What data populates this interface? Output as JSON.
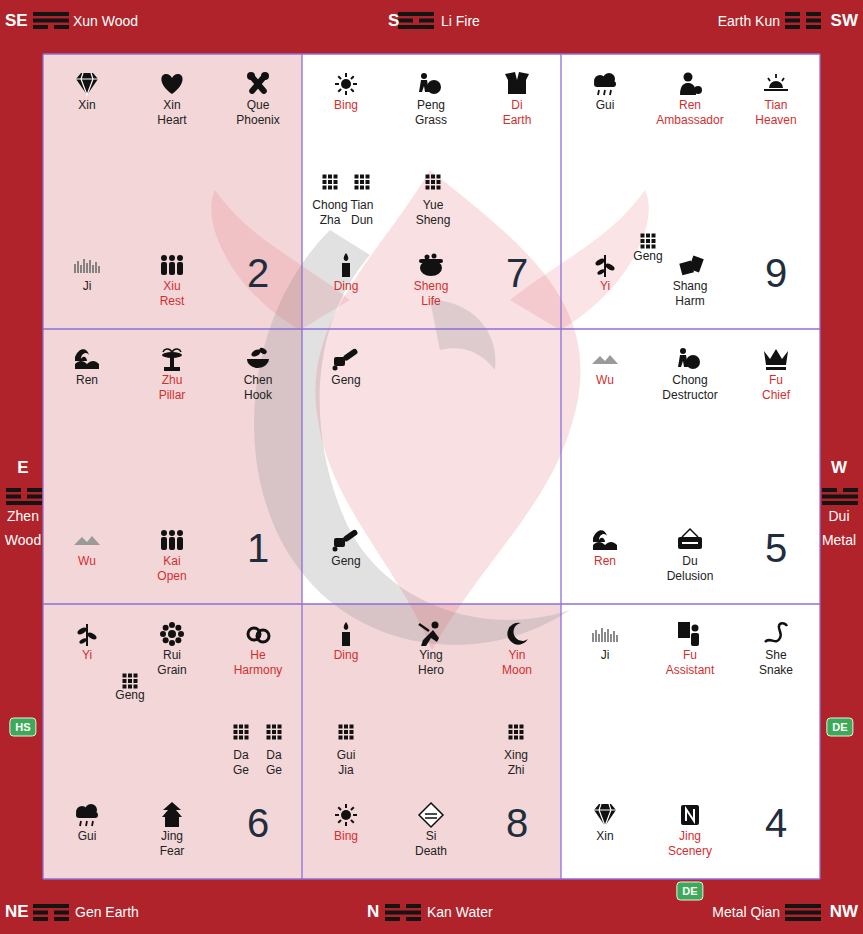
{
  "diagram": {
    "nodes": [
      {
        "text": [
          "Xin",
          "Xin Heart",
          "Que Phoenix",
          "Ji",
          "Xiu Rest",
          "2"
        ]
      },
      {
        "text": [
          "Bing",
          "Peng Grass",
          "Di Earth",
          "Chong Zha",
          "Tian Dun",
          "Yue Sheng",
          "Ding",
          "Sheng Life",
          "7"
        ]
      },
      {
        "text": [
          "Gui",
          "Ren Ambassador",
          "Tian Heaven",
          "Geng",
          "Yi",
          "Shang Harm",
          "9"
        ]
      },
      {
        "text": [
          "Ren",
          "Zhu Pillar",
          "Chen Hook",
          "Wu",
          "Kai Open",
          "1"
        ]
      },
      {
        "text": [
          "Geng",
          "Geng"
        ]
      },
      {
        "text": [
          "Wu",
          "Chong Destructor",
          "Fu Chief",
          "Ren",
          "Du Delusion",
          "5"
        ]
      },
      {
        "text": [
          "Yi",
          "Rui Grain",
          "He Harmony",
          "Geng",
          "Da Ge",
          "Da Ge",
          "Gui",
          "Jing Fear",
          "6"
        ]
      },
      {
        "text": [
          "Ding",
          "Ying Hero",
          "Yin Moon",
          "Gui Jia",
          "Xing Zhi",
          "Bing",
          "Si Death",
          "8"
        ]
      },
      {
        "text": [
          "Ji",
          "Fu Assistant",
          "She Snake",
          "Xin",
          "Jing Scenery",
          "4"
        ]
      },
      {
        "text": [
          "HS"
        ]
      },
      {
        "text": [
          "DE"
        ]
      },
      {
        "text": [
          "DE"
        ]
      }
    ],
    "labels": [
      "SE",
      "Xun Wood",
      "S",
      "Li Fire",
      "Earth Kun",
      "SW",
      "E",
      "Zhen Wood",
      "W",
      "Dui Metal",
      "NE",
      "Gen Earth",
      "N",
      "Kan Water",
      "Metal Qian",
      "NW"
    ]
  }
}
